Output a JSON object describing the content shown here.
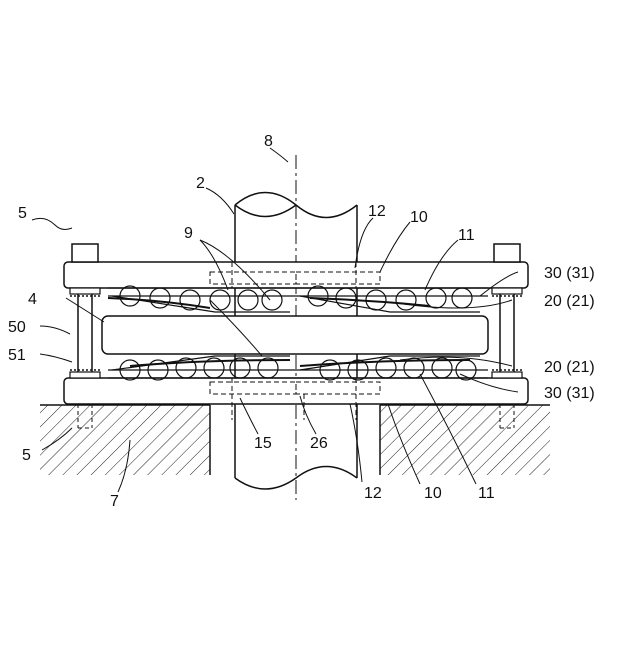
{
  "labels": {
    "l8": "8",
    "l2": "2",
    "l5_top": "5",
    "l12_top": "12",
    "l10_top": "10",
    "l11_top": "11",
    "l9": "9",
    "l4": "4",
    "l50": "50",
    "l51": "51",
    "l30_31_top": "30 (31)",
    "l20_21_top": "20 (21)",
    "l20_21_bot": "20 (21)",
    "l30_31_bot": "30 (31)",
    "l5_bot": "5",
    "l7": "7",
    "l15": "15",
    "l26": "26",
    "l12_bot": "12",
    "l10_bot": "10",
    "l11_bot": "11"
  }
}
